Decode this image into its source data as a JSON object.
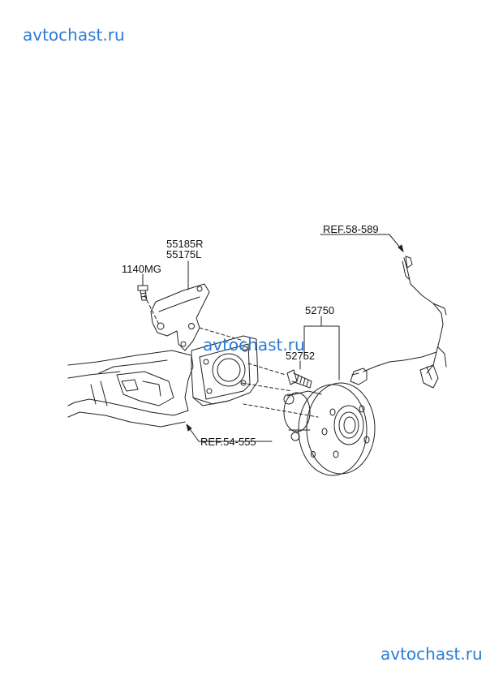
{
  "watermark": {
    "text": "avtochast.ru",
    "color": "#2a7bd5"
  },
  "labels": {
    "part_55185R": "55185R",
    "part_55175L": "55175L",
    "part_1140MG": "1140MG",
    "part_52750": "52750",
    "part_52752": "52752",
    "ref_58_589": "REF.58-589",
    "ref_54_555": "REF.54-555"
  }
}
